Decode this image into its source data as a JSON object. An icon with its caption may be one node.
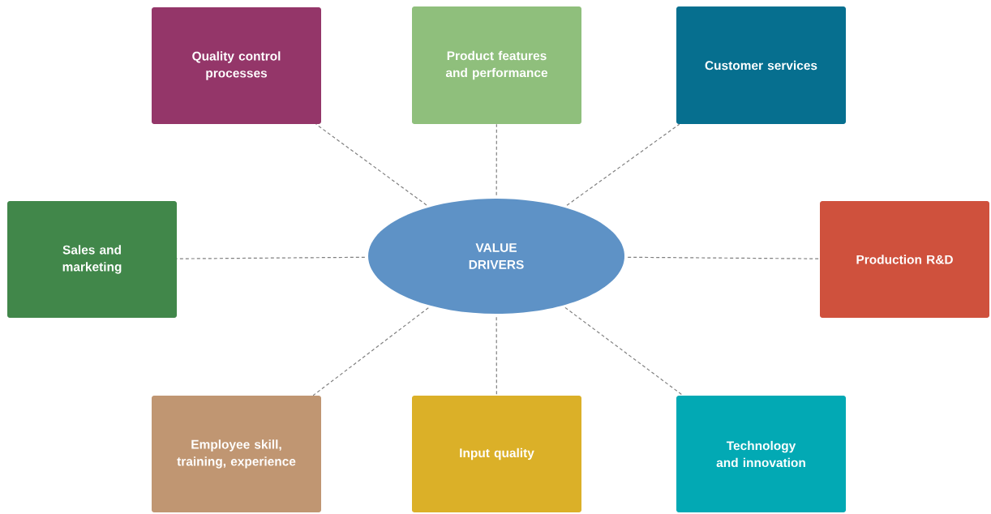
{
  "diagram": {
    "nodes": [
      {
        "text": [
          "Quality control processes"
        ]
      },
      {
        "text": [
          "Product features and performance"
        ]
      },
      {
        "text": [
          "Customer services"
        ]
      },
      {
        "text": [
          "Sales and marketing"
        ]
      },
      {
        "text": [
          "VALUE DRIVERS"
        ]
      },
      {
        "text": [
          "Production R&D"
        ]
      },
      {
        "text": [
          "Employee skill, training, experience"
        ]
      },
      {
        "text": [
          "Input quality"
        ]
      },
      {
        "text": [
          "Technology and innovation"
        ]
      }
    ],
    "edges": [
      {
        "from": 4,
        "to": 0,
        "arrow": "none",
        "style": "dashed"
      },
      {
        "from": 4,
        "to": 1,
        "arrow": "none",
        "style": "dashed"
      },
      {
        "from": 4,
        "to": 2,
        "arrow": "none",
        "style": "dashed"
      },
      {
        "from": 4,
        "to": 3,
        "arrow": "none",
        "style": "dashed"
      },
      {
        "from": 4,
        "to": 5,
        "arrow": "none",
        "style": "dashed"
      },
      {
        "from": 4,
        "to": 6,
        "arrow": "none",
        "style": "dashed"
      },
      {
        "from": 4,
        "to": 7,
        "arrow": "none",
        "style": "dashed"
      },
      {
        "from": 4,
        "to": 8,
        "arrow": "none",
        "style": "dashed"
      }
    ]
  }
}
